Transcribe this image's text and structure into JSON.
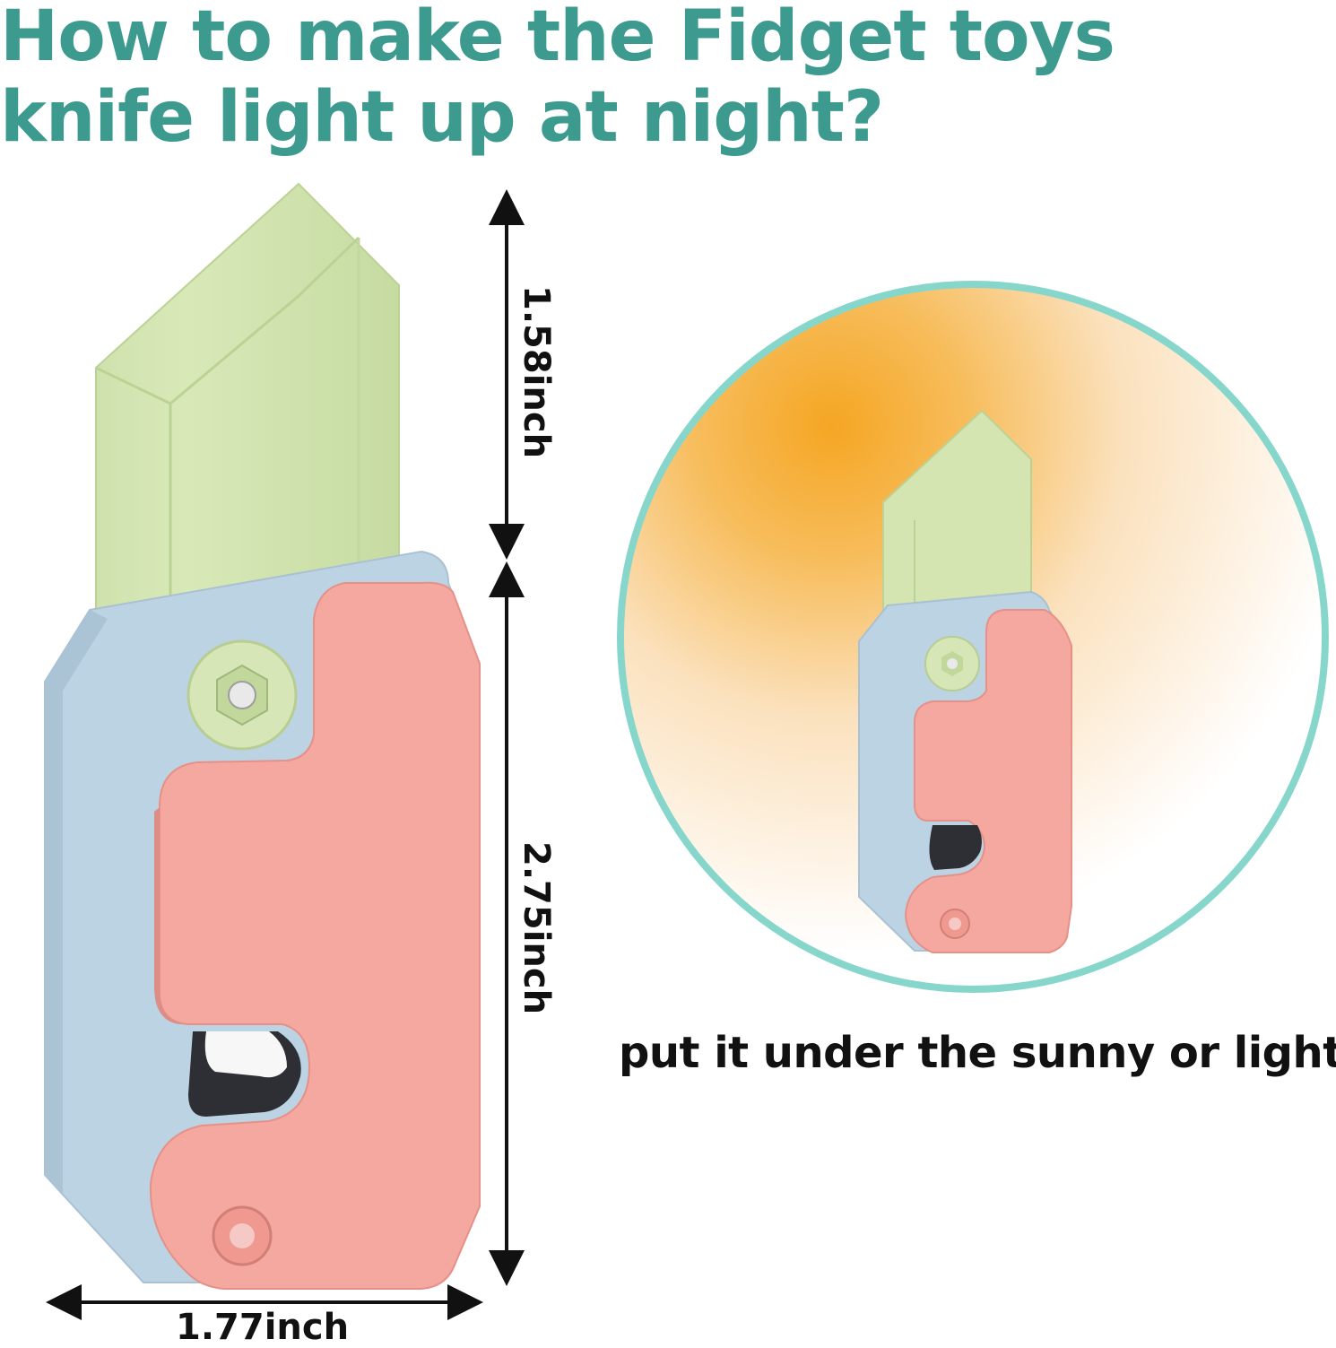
{
  "headline": {
    "line1": "How to make the Fidget toys",
    "line2": "knife light up at night?"
  },
  "dimensions": {
    "blade_height": "1.58inch",
    "handle_height": "2.75inch",
    "width": "1.77inch"
  },
  "caption": "put it under the sunny or light",
  "colors": {
    "headline": "#3c9a8f",
    "blade": "#d4e5b2",
    "handle_blue": "#bcd3e3",
    "handle_pink": "#f4a8a0",
    "circle_ring": "#86d6cc",
    "glow": "#f7b84a"
  }
}
